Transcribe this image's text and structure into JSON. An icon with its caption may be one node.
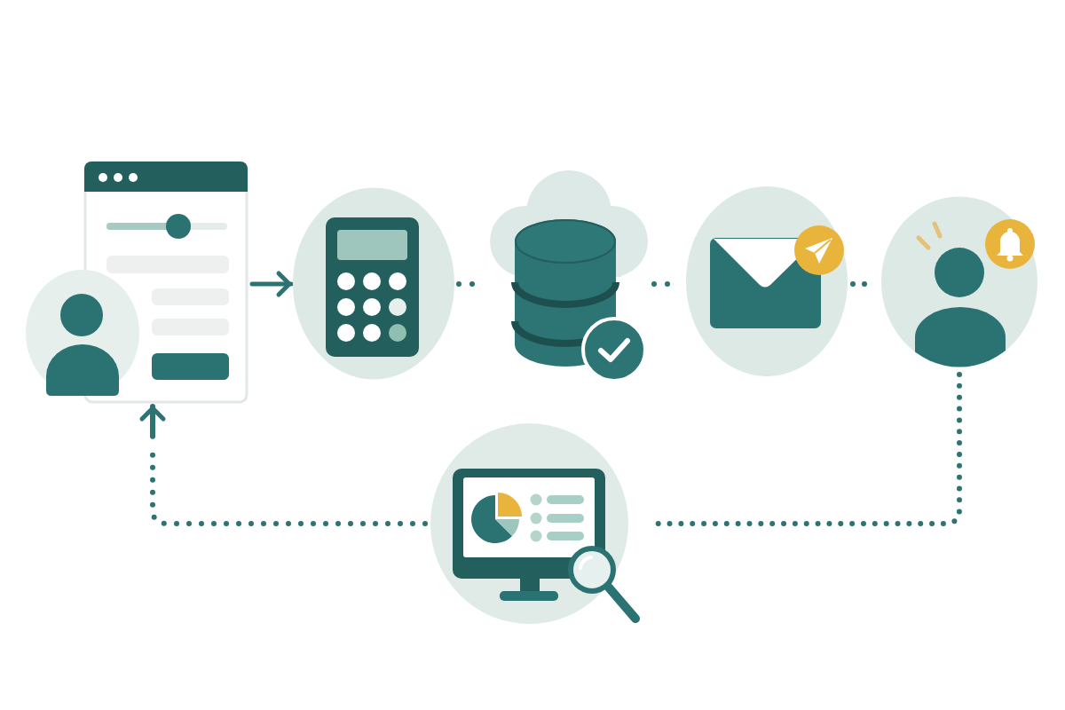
{
  "diagram": {
    "nodes": [
      {
        "text": [],
        "shape": "picture"
      },
      {
        "text": [],
        "shape": "picture"
      },
      {
        "text": [],
        "shape": "picture"
      },
      {
        "text": [],
        "shape": "picture"
      },
      {
        "text": [],
        "shape": "picture"
      },
      {
        "text": [],
        "shape": "picture"
      },
      {
        "text": [],
        "shape": "picture"
      }
    ],
    "edges": [
      {
        "from": 1,
        "to": 2,
        "arrow": "to"
      },
      {
        "from": 2,
        "to": 3,
        "arrow": "none",
        "style": "dashed"
      },
      {
        "from": 3,
        "to": 4,
        "arrow": "none",
        "style": "dashed"
      },
      {
        "from": 4,
        "to": 5,
        "arrow": "none",
        "style": "dashed"
      },
      {
        "from": 5,
        "to": 6,
        "arrow": "none",
        "style": "dashed"
      },
      {
        "from": 6,
        "to": 1,
        "arrow": "to",
        "style": "dashed"
      }
    ]
  }
}
